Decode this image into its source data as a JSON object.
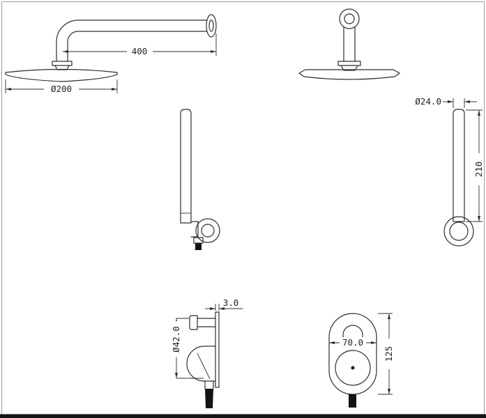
{
  "colors": {
    "line": "#2d2d2d",
    "background": "#ffffff",
    "border": "#999999",
    "bottom_bar": "#151515"
  },
  "views": {
    "arm_side": {
      "length": "400",
      "head_diameter": "Ø200"
    },
    "hand_shower_front": {
      "diameter": "Ø24.0",
      "height": "210"
    },
    "mixer_side": {
      "plate_thickness": "3.0",
      "body_diameter": "Ø42.0"
    },
    "mixer_front": {
      "plate_width": "70.0",
      "plate_height": "125"
    }
  }
}
